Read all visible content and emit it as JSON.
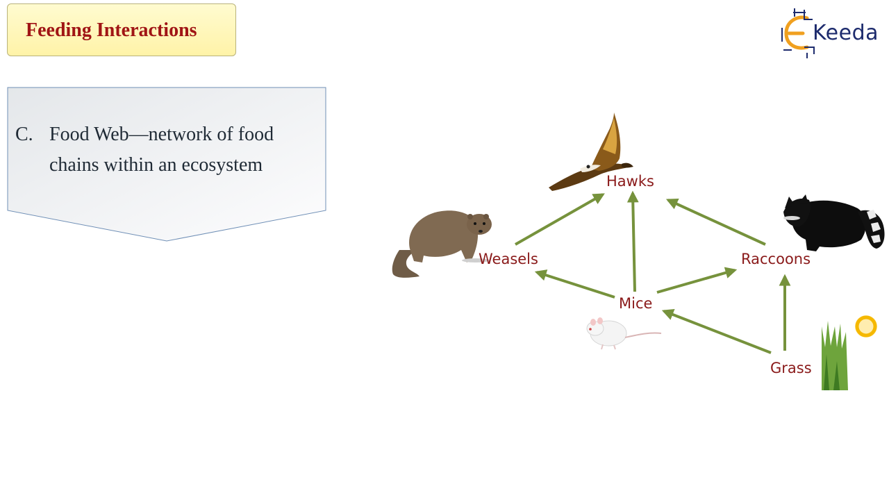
{
  "slide": {
    "title": "Feeding Interactions",
    "callout": {
      "letter": "C.",
      "line1": "Food Web—network of food",
      "line2": "chains within an ecosystem"
    }
  },
  "food_web": {
    "nodes": [
      {
        "id": "hawks",
        "label": "Hawks"
      },
      {
        "id": "weasels",
        "label": "Weasels"
      },
      {
        "id": "raccoons",
        "label": "Raccoons"
      },
      {
        "id": "mice",
        "label": "Mice"
      },
      {
        "id": "grass",
        "label": "Grass"
      }
    ],
    "edges": [
      {
        "from": "weasels",
        "to": "hawks"
      },
      {
        "from": "mice",
        "to": "hawks"
      },
      {
        "from": "raccoons",
        "to": "hawks"
      },
      {
        "from": "mice",
        "to": "weasels"
      },
      {
        "from": "mice",
        "to": "raccoons"
      },
      {
        "from": "grass",
        "to": "mice"
      },
      {
        "from": "grass",
        "to": "raccoons"
      }
    ],
    "arrow_color": "#76923c",
    "label_color": "#8a1a1a",
    "icons": [
      "hawk-icon",
      "weasel-icon",
      "raccoon-icon",
      "mouse-icon",
      "grass-icon",
      "sun-icon"
    ]
  },
  "logo": {
    "letter": "E",
    "text": "Keeda"
  }
}
